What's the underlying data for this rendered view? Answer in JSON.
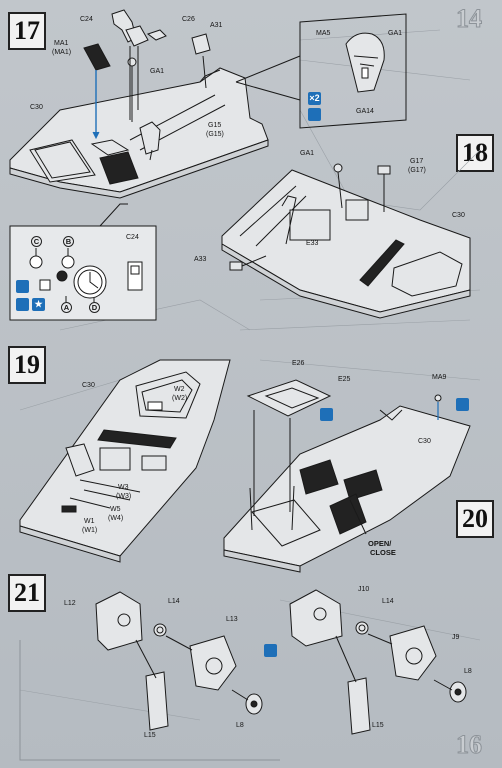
{
  "page_number_top": "14",
  "page_number_bottom": "16",
  "steps": [
    {
      "number": "17"
    },
    {
      "number": "18"
    },
    {
      "number": "19"
    },
    {
      "number": "20"
    },
    {
      "number": "21"
    }
  ],
  "labels": {
    "s17": {
      "c24": "C24",
      "c26": "C26",
      "a31": "A31",
      "ma1": "MA1",
      "ma1b": "(MA1)",
      "ga1": "GA1",
      "c30": "C30",
      "g15": "G15",
      "g15b": "(G15)",
      "ma5": "MA5",
      "ga1b": "GA1",
      "ga14": "GA14",
      "inset_c24": "C24",
      "inset_c": "C",
      "inset_b": "B",
      "inset_a": "A",
      "inset_d": "D"
    },
    "s18": {
      "ga1": "GA1",
      "g17": "G17",
      "g17b": "(G17)",
      "c30": "C30",
      "e33": "E33",
      "a33": "A33"
    },
    "s19": {
      "c30": "C30",
      "w2": "W2",
      "w2b": "(W2)",
      "w3": "W3",
      "w3b": "(W3)",
      "w5": "W5",
      "w5b": "(W4)",
      "w1": "W1",
      "w1b": "(W1)"
    },
    "s20": {
      "e26": "E26",
      "e25": "E25",
      "ma9": "MA9",
      "c30": "C30",
      "open": "OPEN/",
      "close": "CLOSE"
    },
    "s21": {
      "l12": "L12",
      "l14": "L14",
      "l13": "L13",
      "l15": "L15",
      "l8": "L8",
      "j10": "J10",
      "l14b": "L14",
      "j9": "J9",
      "l8b": "L8",
      "l15b": "L15"
    }
  },
  "icons": {
    "paint_icon": "paint-bucket-icon",
    "count_2": "×2",
    "star": "★"
  },
  "colors": {
    "paper": "#bcc1c6",
    "ink": "#1a1a1a",
    "blue_icon": "#1e6fb8",
    "step_box": "#f2f2f2"
  }
}
